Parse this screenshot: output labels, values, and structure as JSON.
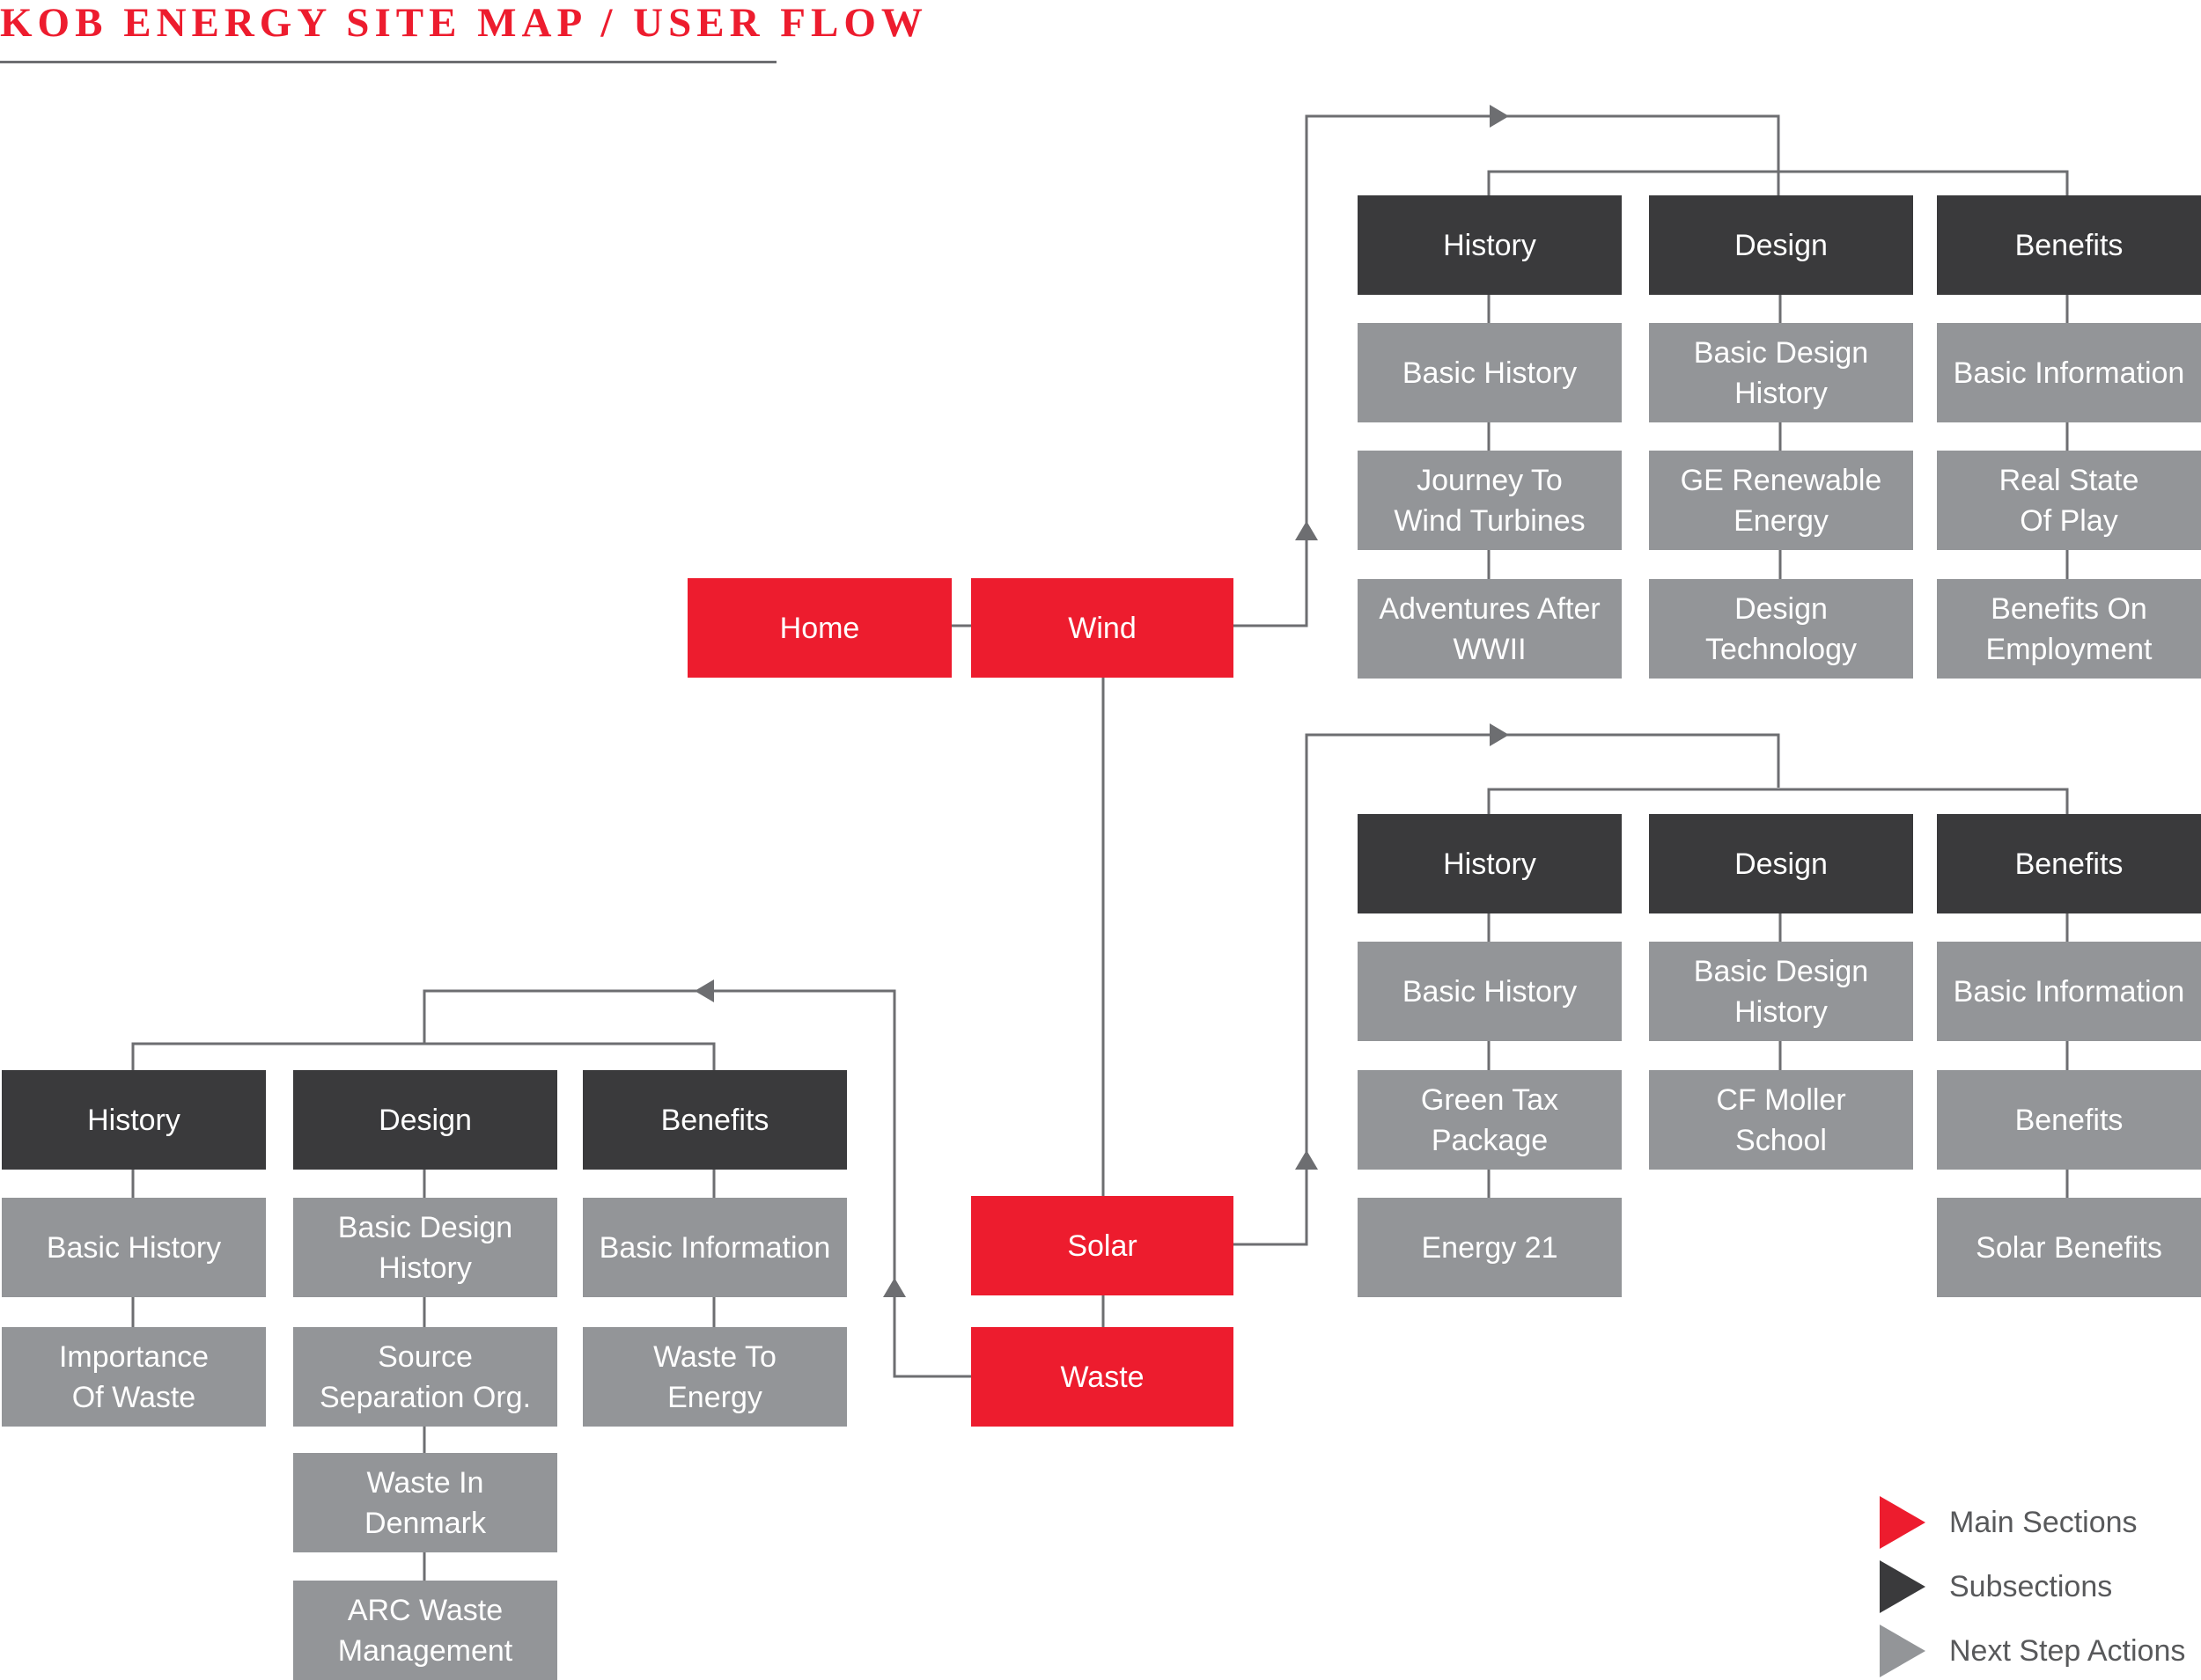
{
  "title": "KOB ENERGY SITE MAP / USER FLOW",
  "colors": {
    "main": "#ed1c2e",
    "subsection": "#3a3a3c",
    "next_step": "#939598",
    "line": "#6d6e71",
    "legend_text": "#58595b"
  },
  "main_sections": {
    "home": "Home",
    "wind": "Wind",
    "solar": "Solar",
    "waste": "Waste"
  },
  "wind": {
    "history": {
      "label": "History",
      "items": [
        "Basic History",
        "Journey To\nWind Turbines",
        "Adventures After\nWWII"
      ]
    },
    "design": {
      "label": "Design",
      "items": [
        "Basic Design\nHistory",
        "GE Renewable\nEnergy",
        "Design\nTechnology"
      ]
    },
    "benefits": {
      "label": "Benefits",
      "items": [
        "Basic Information",
        "Real State\nOf Play",
        "Benefits On\nEmployment"
      ]
    }
  },
  "solar": {
    "history": {
      "label": "History",
      "items": [
        "Basic History",
        "Green Tax\nPackage",
        "Energy 21"
      ]
    },
    "design": {
      "label": "Design",
      "items": [
        "Basic Design\nHistory",
        "CF Moller\nSchool"
      ]
    },
    "benefits": {
      "label": "Benefits",
      "items": [
        "Basic Information",
        "Benefits",
        "Solar Benefits"
      ]
    }
  },
  "waste": {
    "history": {
      "label": "History",
      "items": [
        "Basic History",
        "Importance\nOf Waste"
      ]
    },
    "design": {
      "label": "Design",
      "items": [
        "Basic Design\nHistory",
        "Source\nSeparation Org.",
        "Waste In\nDenmark",
        "ARC Waste\nManagement"
      ]
    },
    "benefits": {
      "label": "Benefits",
      "items": [
        "Basic Information",
        "Waste To\nEnergy"
      ]
    }
  },
  "legend": {
    "main": "Main Sections",
    "subsections": "Subsections",
    "next_step": "Next Step Actions"
  }
}
